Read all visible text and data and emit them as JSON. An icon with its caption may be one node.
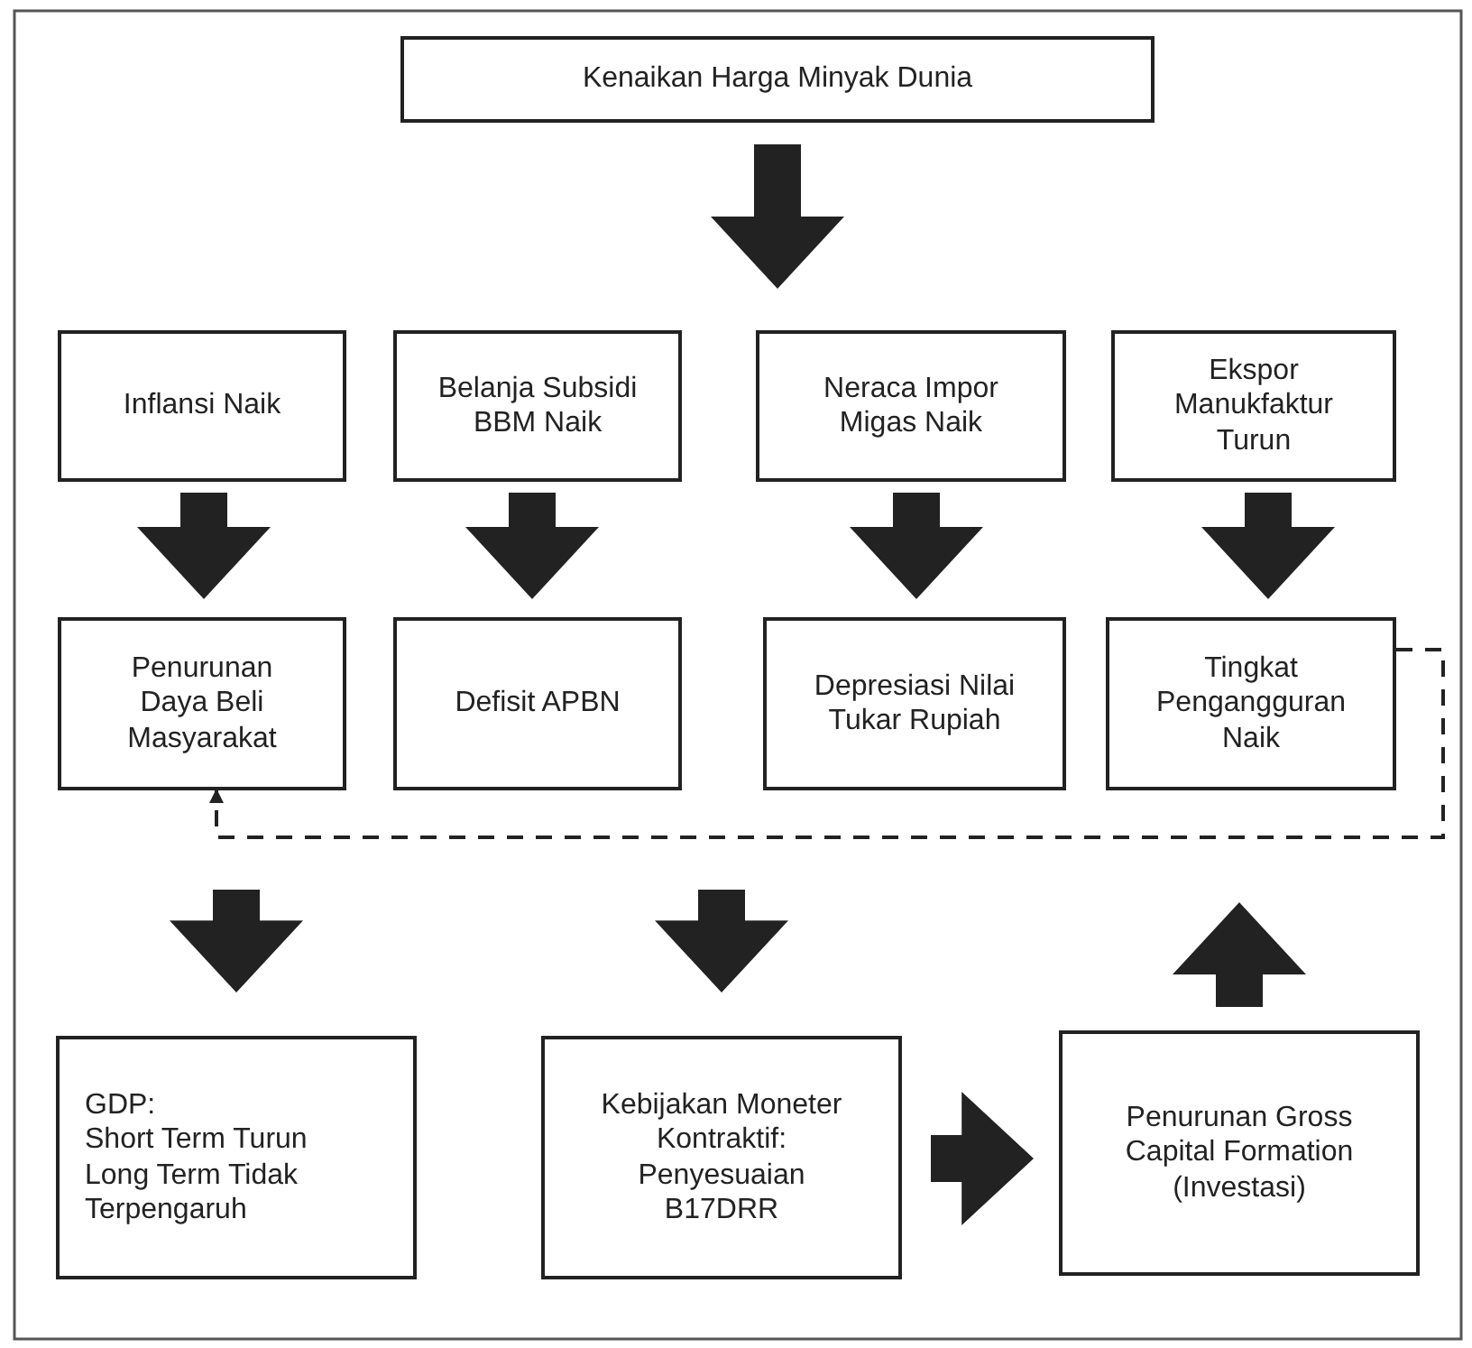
{
  "diagram": {
    "nodes": [
      {
        "text": [
          "Kenaikan Harga Minyak Dunia"
        ]
      },
      {
        "text": [
          "Inflansi Naik"
        ]
      },
      {
        "text": [
          "Belanja Subsidi BBM Naik"
        ]
      },
      {
        "text": [
          "Neraca Impor Migas Naik"
        ]
      },
      {
        "text": [
          "Ekspor Manukfaktur Turun"
        ]
      },
      {
        "text": [
          "Penurunan Daya Beli Masyarakat"
        ]
      },
      {
        "text": [
          "Defisit APBN"
        ]
      },
      {
        "text": [
          "Depresiasi Nilai Tukar Rupiah"
        ]
      },
      {
        "text": [
          "Tingkat Pengangguran Naik"
        ]
      },
      {
        "text": [
          "GDP:",
          "Short Term Turun",
          "Long Term Tidak Terpengaruh"
        ]
      },
      {
        "text": [
          "Kebijakan Moneter Kontraktif: Penyesuaian B17DRR"
        ]
      },
      {
        "text": [
          "Penurunan Gross Capital Formation (Investasi)"
        ]
      }
    ],
    "edges": [
      {
        "from": 0,
        "to": null,
        "arrow": "to"
      },
      {
        "from": 1,
        "to": 5,
        "arrow": "to"
      },
      {
        "from": 2,
        "to": 6,
        "arrow": "to"
      },
      {
        "from": 3,
        "to": 7,
        "arrow": "to"
      },
      {
        "from": 4,
        "to": 8,
        "arrow": "to"
      },
      {
        "from": 8,
        "to": 5,
        "arrow": "to",
        "style": "dashed"
      },
      {
        "from": 5,
        "to": 9,
        "arrow": "to"
      },
      {
        "from": null,
        "to": 10,
        "arrow": "to"
      },
      {
        "from": 10,
        "to": 11,
        "arrow": "to"
      },
      {
        "from": 11,
        "to": 8,
        "arrow": "to"
      }
    ]
  }
}
